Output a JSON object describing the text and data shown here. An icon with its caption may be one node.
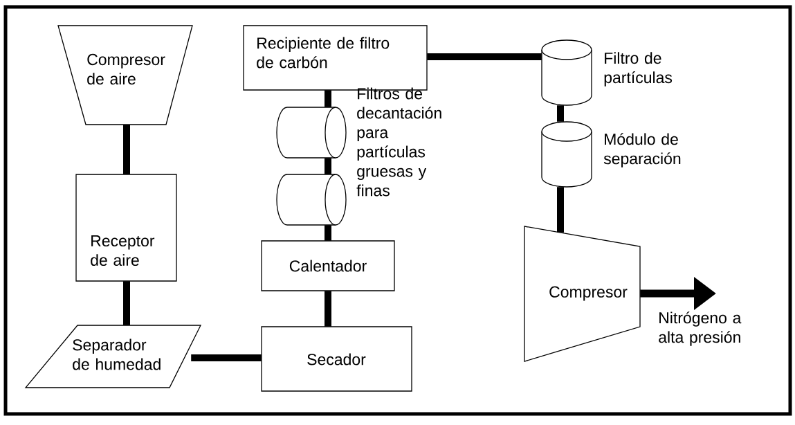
{
  "diagram": {
    "nodes": [
      {
        "text": [
          "Compresor de aire"
        ]
      },
      {
        "text": [
          "Receptor de aire"
        ]
      },
      {
        "text": [
          "Separador de humedad"
        ]
      },
      {
        "text": [
          "Secador"
        ]
      },
      {
        "text": [
          "Calentador"
        ]
      },
      {
        "text": [],
        "shape": "cylinder"
      },
      {
        "text": [],
        "shape": "cylinder"
      },
      {
        "text": [
          "Recipiente de filtro de carbón"
        ]
      },
      {
        "text": [],
        "shape": "cylinder",
        "beside": [
          "Filtro de partículas"
        ]
      },
      {
        "text": [],
        "shape": "cylinder",
        "beside": [
          "Módulo de separación"
        ]
      },
      {
        "text": [
          "Compresor"
        ]
      }
    ],
    "edges": [
      {
        "from": 0,
        "to": 1,
        "arrow": "none"
      },
      {
        "from": 1,
        "to": 2,
        "arrow": "none"
      },
      {
        "from": 2,
        "to": 3,
        "arrow": "none"
      },
      {
        "from": 3,
        "to": 4,
        "arrow": "none"
      },
      {
        "from": 4,
        "to": 6,
        "arrow": "none"
      },
      {
        "from": 6,
        "to": 5,
        "arrow": "none"
      },
      {
        "from": 5,
        "to": 7,
        "arrow": "none"
      },
      {
        "from": 7,
        "to": 8,
        "arrow": "none"
      },
      {
        "from": 8,
        "to": 9,
        "arrow": "none"
      },
      {
        "from": 9,
        "to": 10,
        "arrow": "none"
      },
      {
        "from": 10,
        "to": null,
        "arrow": "to",
        "label": "Nitrógeno a alta presión"
      }
    ],
    "labels": [
      "Filtros de decantación para partículas gruesas y finas"
    ]
  }
}
